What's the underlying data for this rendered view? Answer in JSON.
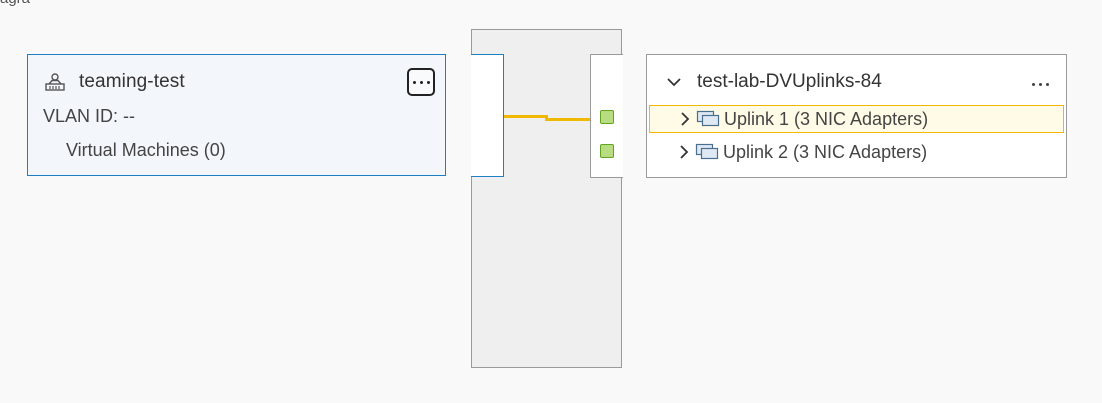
{
  "top_fragment": "agra",
  "portgroup": {
    "name": "teaming-test",
    "icon": "portgroup-icon",
    "vlan_label": "VLAN ID: --",
    "vm_label": "Virtual Machines (0)",
    "more_icon": "more-options-icon"
  },
  "uplinks": {
    "name": "test-lab-DVUplinks-84",
    "expand_icon": "chevron-down-icon",
    "more_icon": "more-options-icon",
    "items": [
      {
        "label": "Uplink 1 (3 NIC Adapters)",
        "selected": true,
        "icon": "nic-adapters-icon"
      },
      {
        "label": "Uplink 2 (3 NIC Adapters)",
        "selected": false,
        "icon": "nic-adapters-icon"
      }
    ]
  },
  "colors": {
    "portgroup_border": "#1d7fc1",
    "connection": "#f0b800",
    "port_green": "#b8dc82",
    "selected_bg": "#fffbe6"
  }
}
